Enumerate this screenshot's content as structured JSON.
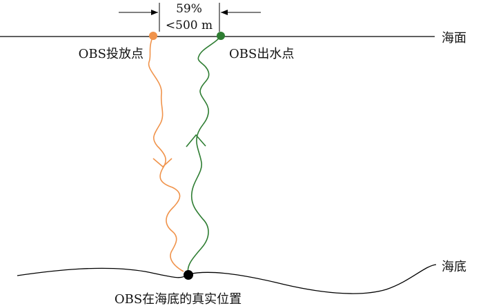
{
  "labels": {
    "percent": "59%",
    "distance": "<500 m",
    "sea_surface": "海面",
    "seafloor": "海底",
    "deploy_point": "OBS投放点",
    "recovery_point": "OBS出水点",
    "true_position": "OBS在海底的真实位置"
  },
  "colors": {
    "descent_path": "#F0934B",
    "ascent_path": "#2E7D32",
    "deploy_marker": "#F0934B",
    "recovery_marker": "#2E7D32",
    "seafloor_marker": "#000000",
    "lines": "#000000"
  }
}
